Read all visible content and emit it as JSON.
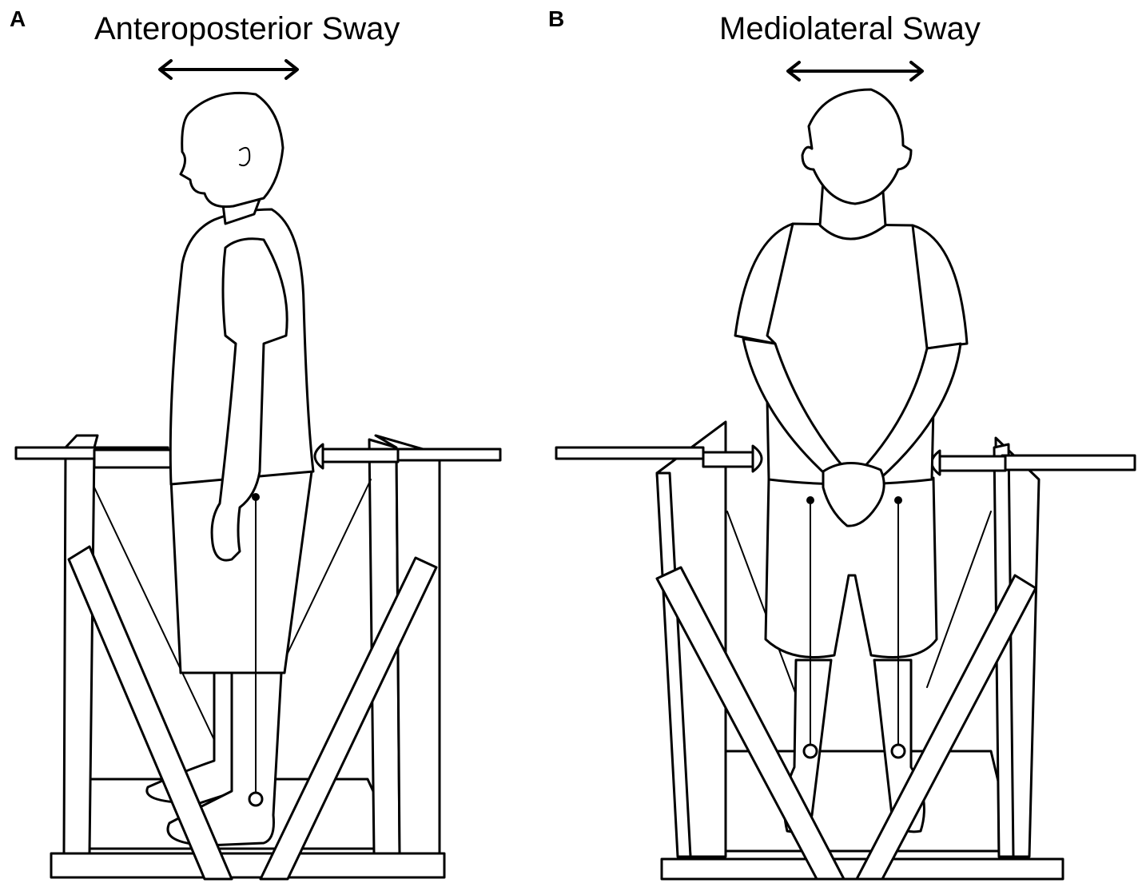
{
  "panels": [
    {
      "letter": "A",
      "title": "Anteroposterior Sway"
    },
    {
      "letter": "B",
      "title": "Mediolateral Sway"
    }
  ],
  "icons": {
    "sway_arrow": "double-headed-arrow-icon",
    "marker": "marker-dot-icon",
    "sensor": "sensor-circle-icon"
  },
  "colors": {
    "line": "#000000",
    "background": "#ffffff"
  }
}
